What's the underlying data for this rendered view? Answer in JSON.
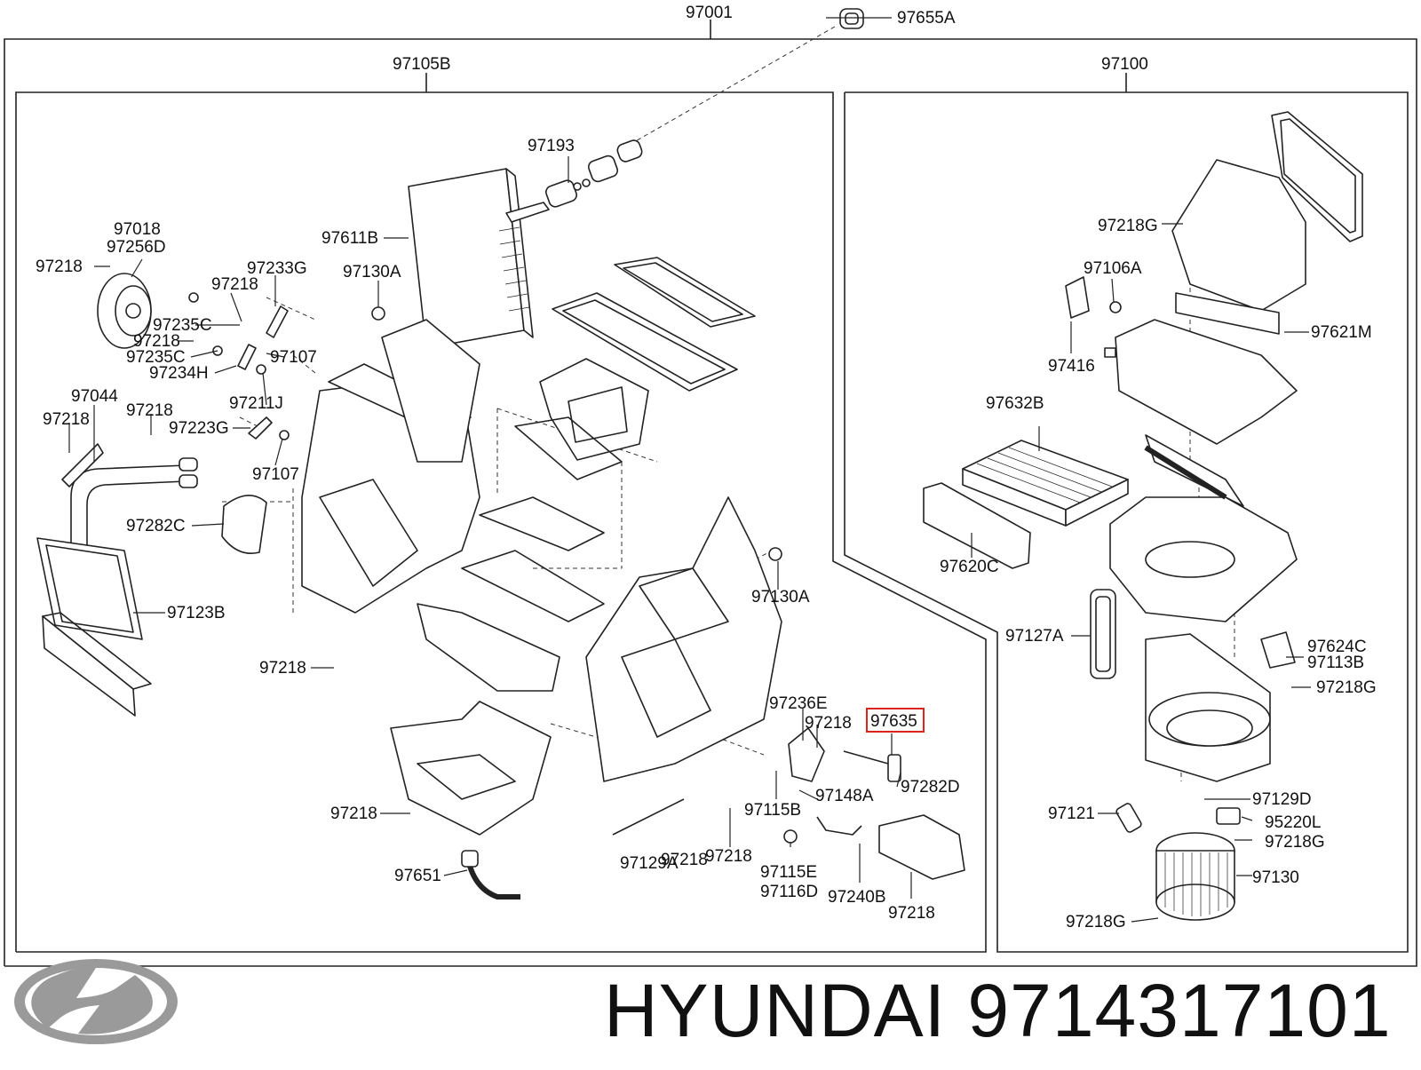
{
  "assembly_label": "97001",
  "assembly_side_label": "97655A",
  "panels": {
    "heater_unit": "97105B",
    "blower_unit": "97100"
  },
  "callouts": [
    {
      "id": "c1",
      "text": "97193"
    },
    {
      "id": "c2",
      "text": "97611B"
    },
    {
      "id": "c3",
      "text": "97130A"
    },
    {
      "id": "c4",
      "text": "97018"
    },
    {
      "id": "c5",
      "text": "97256D"
    },
    {
      "id": "c6",
      "text": "97218"
    },
    {
      "id": "c7",
      "text": "97233G"
    },
    {
      "id": "c8",
      "text": "97218"
    },
    {
      "id": "c9",
      "text": "97235C"
    },
    {
      "id": "c10",
      "text": "97218"
    },
    {
      "id": "c11",
      "text": "97235C"
    },
    {
      "id": "c12",
      "text": "97107"
    },
    {
      "id": "c13",
      "text": "97234H"
    },
    {
      "id": "c14",
      "text": "97211J"
    },
    {
      "id": "c15",
      "text": "97044"
    },
    {
      "id": "c16",
      "text": "97218"
    },
    {
      "id": "c17",
      "text": "97218"
    },
    {
      "id": "c18",
      "text": "97223G"
    },
    {
      "id": "c19",
      "text": "97107"
    },
    {
      "id": "c20",
      "text": "97282C"
    },
    {
      "id": "c21",
      "text": "97123B"
    },
    {
      "id": "c22",
      "text": "97218"
    },
    {
      "id": "c23",
      "text": "97130A"
    },
    {
      "id": "c24",
      "text": "97236E"
    },
    {
      "id": "c25",
      "text": "97218"
    },
    {
      "id": "c26",
      "text": "97635"
    },
    {
      "id": "c27",
      "text": "97282D"
    },
    {
      "id": "c28",
      "text": "97148A"
    },
    {
      "id": "c29",
      "text": "97115B"
    },
    {
      "id": "c30",
      "text": "97218"
    },
    {
      "id": "c31",
      "text": "97218"
    },
    {
      "id": "c32",
      "text": "97129A"
    },
    {
      "id": "c33",
      "text": "97218"
    },
    {
      "id": "c34",
      "text": "97651"
    },
    {
      "id": "c35",
      "text": "97115E"
    },
    {
      "id": "c36",
      "text": "97116D"
    },
    {
      "id": "c37",
      "text": "97240B"
    },
    {
      "id": "c38",
      "text": "97218"
    },
    {
      "id": "c39",
      "text": "97218G"
    },
    {
      "id": "c40",
      "text": "97106A"
    },
    {
      "id": "c41",
      "text": "97621M"
    },
    {
      "id": "c42",
      "text": "97416"
    },
    {
      "id": "c43",
      "text": "97632B"
    },
    {
      "id": "c44",
      "text": "97620C"
    },
    {
      "id": "c45",
      "text": "97127A"
    },
    {
      "id": "c46",
      "text": "97624C"
    },
    {
      "id": "c47",
      "text": "97113B"
    },
    {
      "id": "c48",
      "text": "97218G"
    },
    {
      "id": "c49",
      "text": "97129D"
    },
    {
      "id": "c50",
      "text": "97121"
    },
    {
      "id": "c51",
      "text": "95220L"
    },
    {
      "id": "c52",
      "text": "97218G"
    },
    {
      "id": "c53",
      "text": "97130"
    },
    {
      "id": "c54",
      "text": "97218G"
    }
  ],
  "highlighted_part": "97635",
  "highlight_color": "#d9251d",
  "footer": {
    "brand": "HYUNDAI",
    "part_number": "9714317101",
    "logo_icon": "hyundai-logo-icon"
  }
}
